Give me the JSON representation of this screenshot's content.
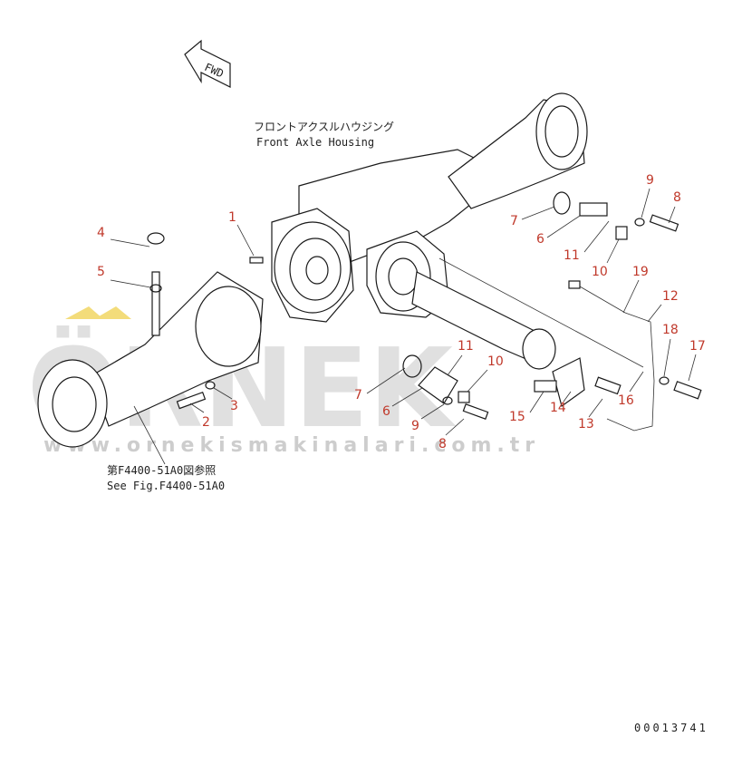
{
  "fwd_label": "FWD",
  "title_jp": "フロントアクスルハウジング",
  "title_en": "Front Axle Housing",
  "note_jp": "第F4400-51A0図参照",
  "note_en": "See Fig.F4400-51A0",
  "drawing_number": "00013741",
  "watermark": {
    "brand": "ÖRNEK",
    "url": "www.ornekismakinalari.com.tr"
  },
  "callouts": [
    "1",
    "2",
    "3",
    "4",
    "5",
    "6",
    "7",
    "8",
    "9",
    "10",
    "11",
    "12",
    "13",
    "14",
    "15",
    "16",
    "17",
    "18",
    "19",
    "7",
    "6",
    "8",
    "9",
    "10",
    "11"
  ],
  "colors": {
    "callout": "#c0392b",
    "line": "#1a1a1a",
    "watermark": "#c8c8c8",
    "accent_yellow": "#f3dc7a"
  }
}
